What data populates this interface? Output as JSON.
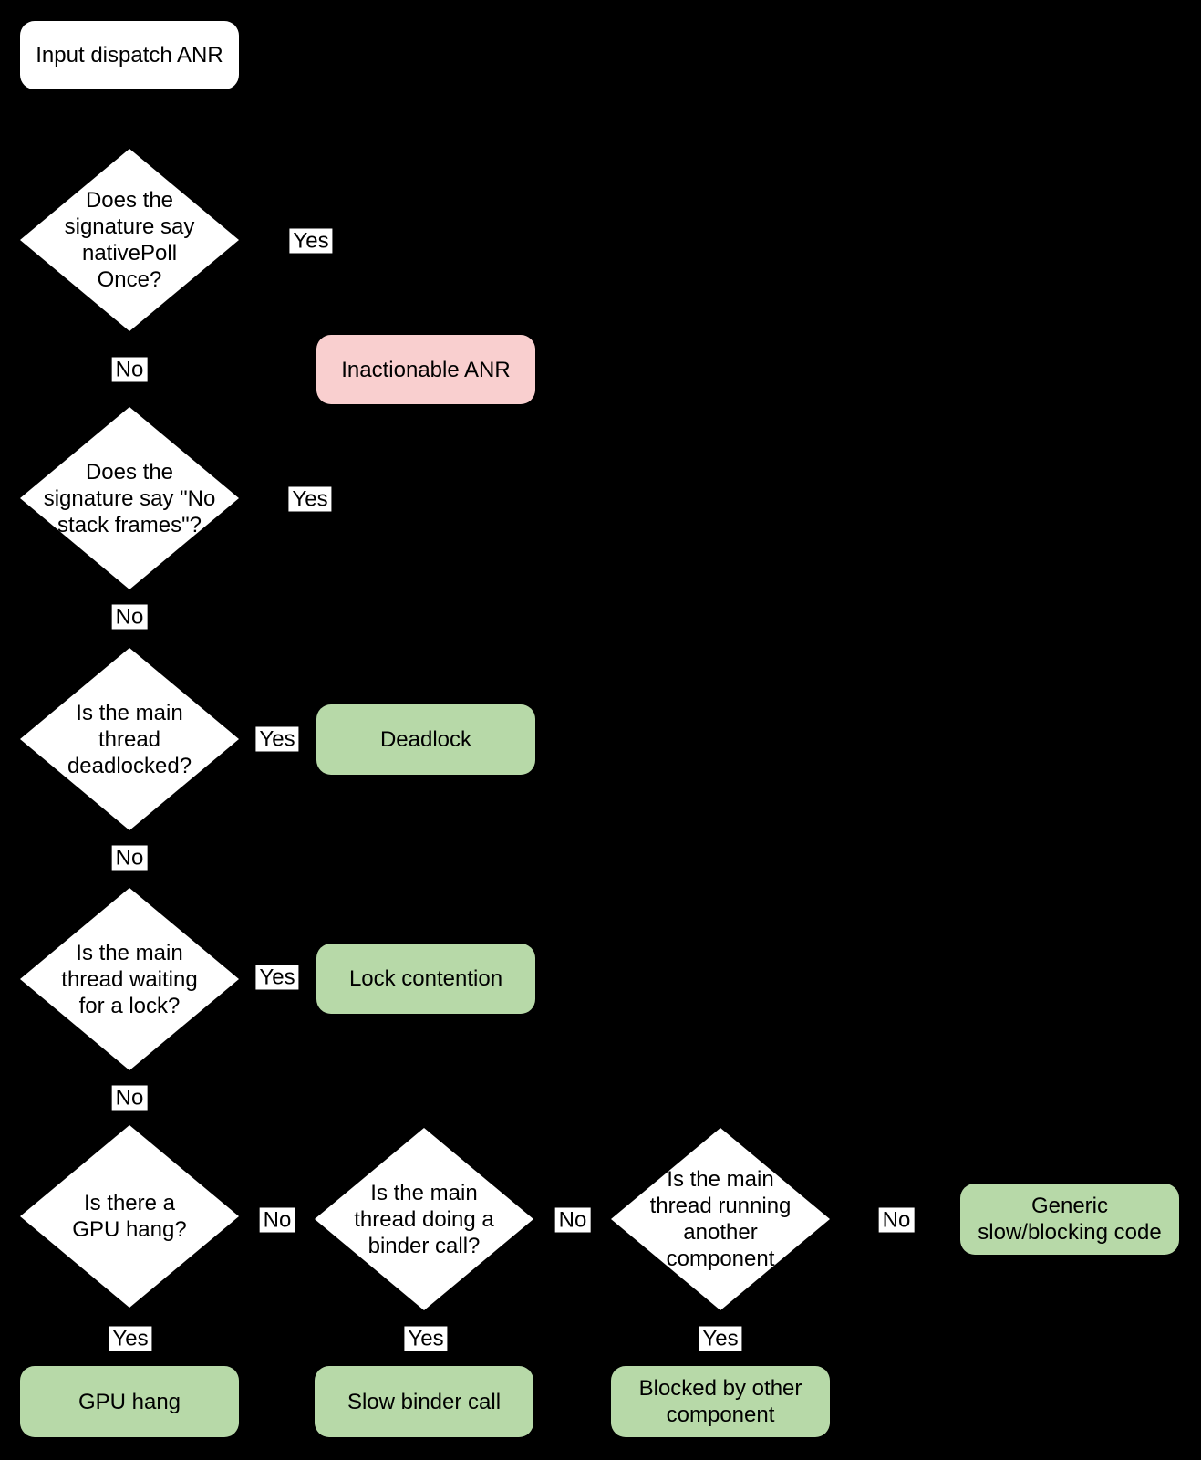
{
  "diagram": {
    "colors": {
      "background": "#000000",
      "decision_fill": "#ffffff",
      "outcome_good_fill": "#b7d9a8",
      "outcome_bad_fill": "#f9cfcf",
      "edge_label_fill": "#ffffff",
      "text": "#000000"
    },
    "start": {
      "label": "Input dispatch ANR"
    },
    "decisions": [
      {
        "label": "Does the\nsignature say\nnativePoll\nOnce?"
      },
      {
        "label": "Does the\nsignature say \"No\nstack frames\"?"
      },
      {
        "label": "Is the main\nthread\ndeadlocked?"
      },
      {
        "label": "Is the main\nthread waiting\nfor a lock?"
      },
      {
        "label": "Is there a\nGPU hang?"
      },
      {
        "label": "Is the main\nthread doing a\nbinder call?"
      },
      {
        "label": "Is the main\nthread running\nanother\ncomponent"
      }
    ],
    "outcomes": [
      {
        "label": "Inactionable ANR",
        "kind": "bad"
      },
      {
        "label": "Deadlock",
        "kind": "good"
      },
      {
        "label": "Lock contention",
        "kind": "good"
      },
      {
        "label": "Generic\nslow/blocking code",
        "kind": "good"
      },
      {
        "label": "GPU hang",
        "kind": "good"
      },
      {
        "label": "Slow binder call",
        "kind": "good"
      },
      {
        "label": "Blocked by other\ncomponent",
        "kind": "good"
      }
    ],
    "edge_labels": [
      {
        "text": "Yes"
      },
      {
        "text": "No"
      },
      {
        "text": "Yes"
      },
      {
        "text": "No"
      },
      {
        "text": "Yes"
      },
      {
        "text": "No"
      },
      {
        "text": "Yes"
      },
      {
        "text": "No"
      },
      {
        "text": "No"
      },
      {
        "text": "No"
      },
      {
        "text": "No"
      },
      {
        "text": "Yes"
      },
      {
        "text": "Yes"
      },
      {
        "text": "Yes"
      }
    ]
  }
}
